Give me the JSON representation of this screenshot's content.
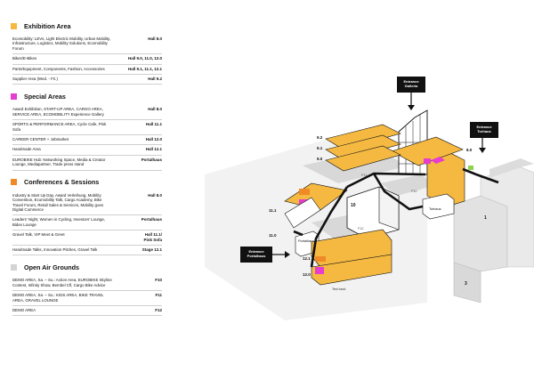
{
  "colors": {
    "exhibition": "#f5b942",
    "special": "#e63ccf",
    "conferences": "#f08a24",
    "open_air": "#d4d4d4",
    "green": "#8fd14f"
  },
  "legend": [
    {
      "title": "Exhibition Area",
      "swatch": "exhibition",
      "rows": [
        {
          "desc": "Ecomobility: LEVs, Light Electric Mobility, Urban Mobility, Infrastructure, Logistics, Mobility Solutions, Ecomobility Forum",
          "hall": "Hall 8.0"
        },
        {
          "desc": "Bikes/E-Bikes",
          "hall": "Hall 9.0, 11.0, 12.0"
        },
        {
          "desc": "Parts/Equipment, Components, Fashion, Accessoires",
          "hall": "Hall 9.1, 11.1, 12.1"
        },
        {
          "desc": "Supplier Area (Wed. - Fri.)",
          "hall": "Hall 9.2"
        }
      ]
    },
    {
      "title": "Special Areas",
      "swatch": "special",
      "rows": [
        {
          "desc": "Award Exhibition, START-UP AREA, CARGO AREA, SERVICE AREA, ECOMOBILITY Experience Gallery",
          "hall": "Hall 8.0"
        },
        {
          "desc": "SPORTS & PERFORMANCE AREA, Cycle Cafe, Pink Sofa",
          "hall": "Hall 11.1"
        },
        {
          "desc": "CAREER CENTER + Jobmarket",
          "hall": "Hall 12.0"
        },
        {
          "desc": "Handmade Area",
          "hall": "Hall 12.1"
        },
        {
          "desc": "EUROBIKE Hub: Networking Space, Media & Creator Lounge, Mediapartner, Trade press stand",
          "hall": "Portalhaus"
        }
      ]
    },
    {
      "title": "Conferences & Sessions",
      "swatch": "conferences",
      "rows": [
        {
          "desc": "Industry & Start Up Day, Award Verleihung, Mobility Convention, Ecomobility Talk, Cargo Academy, Bike Travel Forum, Retail Sales & Services, Mobility goes Digital Commerce",
          "hall": "Hall 8.0"
        },
        {
          "desc": "Leaders' Night, Women in Cycling, Investors' Lounge, Bidex Lounge",
          "hall": "Portalhaus"
        },
        {
          "desc": "Gravel Talk, VIP Meet & Greet",
          "hall": "Hall 11.1/\nPink Sofa"
        },
        {
          "desc": "Handmade Talks, Innovation Pitches, Gravel Talk",
          "hall": "Stage 12.1"
        }
      ]
    },
    {
      "title": "Open Air Grounds",
      "swatch": "open_air",
      "rows": [
        {
          "desc": "DEMO AREA, Sa. – Su.: Action Area, EUROBIKE Skyline Contest, Infinity Show, Bembel Cfl, Cargo Bike Advice",
          "hall": "F10"
        },
        {
          "desc": "DEMO AREA, Sa. – Su.: KIDS AREA, BIKE TRAVEL AREA, GRAVEL LOUNGE",
          "hall": "F11"
        },
        {
          "desc": "DEMO AREA",
          "hall": "F12"
        }
      ]
    }
  ],
  "map": {
    "entrances": [
      "Entrance Galleria",
      "Entrance Torhaus",
      "Entrance Portalhaus"
    ],
    "hall_labels": [
      "9.2",
      "9.1",
      "9.0",
      "8.0",
      "11.1",
      "11.0",
      "12.1",
      "12.0",
      "10",
      "3",
      "1",
      "Torhaus",
      "Portalhaus",
      "F10",
      "F11",
      "F12",
      "Test track"
    ]
  }
}
